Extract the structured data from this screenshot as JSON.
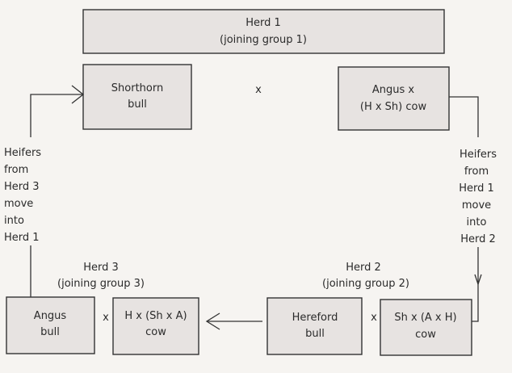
{
  "herd1": {
    "title": "Herd 1",
    "subtitle": "(joining group 1)"
  },
  "herd1_bull": {
    "line1": "Shorthorn",
    "line2": "bull"
  },
  "herd1_cow": {
    "line1": "Angus x",
    "line2": "(H x Sh) cow"
  },
  "herd2": {
    "title": "Herd 2",
    "subtitle": "(joining group 2)"
  },
  "herd2_bull": {
    "line1": "Hereford",
    "line2": "bull"
  },
  "herd2_cow": {
    "line1": "Sh x (A x H)",
    "line2": "cow"
  },
  "herd3": {
    "title": "Herd 3",
    "subtitle": "(joining group 3)"
  },
  "herd3_bull": {
    "line1": "Angus",
    "line2": "bull"
  },
  "herd3_cow": {
    "line1": "H x (Sh x A)",
    "line2": "cow"
  },
  "cross_symbol": "x",
  "left_note": [
    "Heifers",
    "from",
    "Herd 3",
    "move",
    "into",
    "Herd 1"
  ],
  "right_note": [
    "Heifers",
    "from",
    "Herd 1",
    "move",
    "into",
    "Herd 2"
  ]
}
